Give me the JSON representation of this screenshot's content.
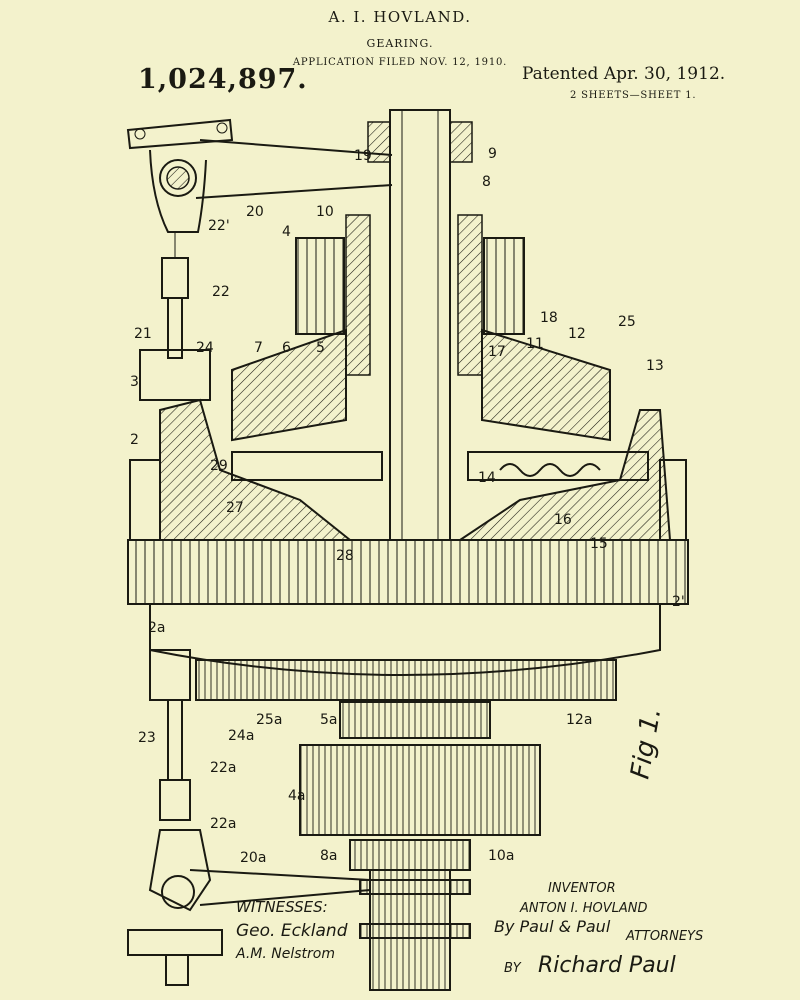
{
  "header": {
    "inventor_name": "A. I. HOVLAND.",
    "subject": "GEARING.",
    "application": "APPLICATION FILED NOV. 12, 1910.",
    "patent_number": "1,024,897.",
    "patent_date": "Patented Apr. 30, 1912.",
    "sheet_count": "2 SHEETS—SHEET 1."
  },
  "figure_label": "Fig 1.",
  "reference_numerals": [
    "19",
    "9",
    "8",
    "20",
    "22'",
    "10",
    "4",
    "22",
    "21",
    "24",
    "3",
    "7",
    "6",
    "5",
    "17",
    "11",
    "18",
    "12",
    "25",
    "13",
    "2",
    "29",
    "27",
    "28",
    "14",
    "16",
    "15",
    "2'",
    "2a",
    "24a",
    "25a",
    "5a",
    "12a",
    "23",
    "22a",
    "4a",
    "22a",
    "20a",
    "8a",
    "10a"
  ],
  "witness_block": {
    "heading": "WITNESSES:",
    "witness_1": "Geo. Eckland",
    "witness_2": "A.M. Nelstrom"
  },
  "inventor_block": {
    "heading": "INVENTOR",
    "name": "ANTON I. HOVLAND",
    "by_line": "By Paul & Paul",
    "attorneys_label": "ATTORNEYS",
    "by_label": "BY",
    "signature": "Richard Paul"
  }
}
